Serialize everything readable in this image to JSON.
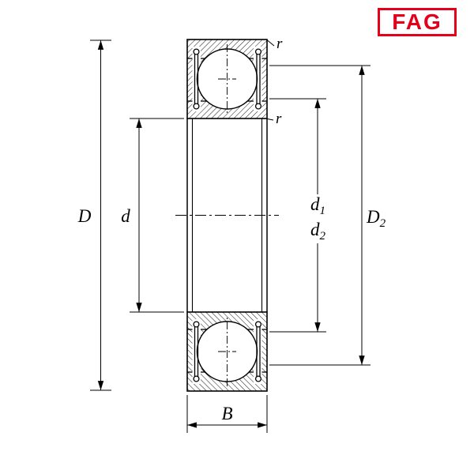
{
  "logo": {
    "text": "FAG",
    "color": "#e2001a"
  },
  "drawing_colors": {
    "line": "#000000",
    "background": "#ffffff"
  },
  "labels": {
    "outer_diameter": "D",
    "bore_diameter": "d",
    "d1": {
      "base": "d",
      "sub": "1"
    },
    "d2": {
      "base": "d",
      "sub": "2"
    },
    "D2": {
      "base": "D",
      "sub": "2"
    },
    "width": "B",
    "radius_top": "r",
    "radius_bottom": "r"
  }
}
